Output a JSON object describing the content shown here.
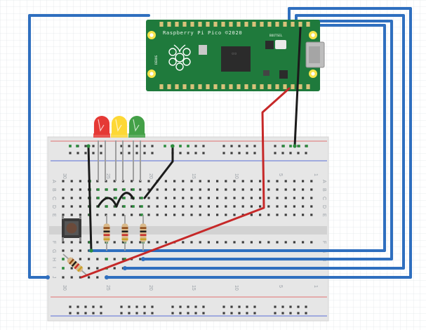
{
  "pico": {
    "board_label": "Raspberry Pi Pico ©2020",
    "bootsel_label": "BOOTSEL",
    "debug_label": "DEBUG",
    "board_color": "#1f7a3c"
  },
  "breadboard": {
    "column_labels_top": [
      "30",
      "25",
      "20",
      "15",
      "10",
      "5",
      "1"
    ],
    "column_labels_bottom": [
      "30",
      "25",
      "20",
      "15",
      "10",
      "5",
      "1"
    ],
    "row_labels_top": [
      "A",
      "B",
      "C",
      "D",
      "E"
    ],
    "row_labels_bottom": [
      "F",
      "G",
      "H",
      "I",
      "J"
    ]
  },
  "components": {
    "leds": [
      {
        "color": "#e53935"
      },
      {
        "color": "#fdd835"
      },
      {
        "color": "#43a047"
      }
    ],
    "resistor_count": 4,
    "pushbutton": "pushbutton"
  },
  "wires": {
    "blue": "#2f6fbf",
    "red": "#c62828",
    "black": "#1b1b1b"
  }
}
